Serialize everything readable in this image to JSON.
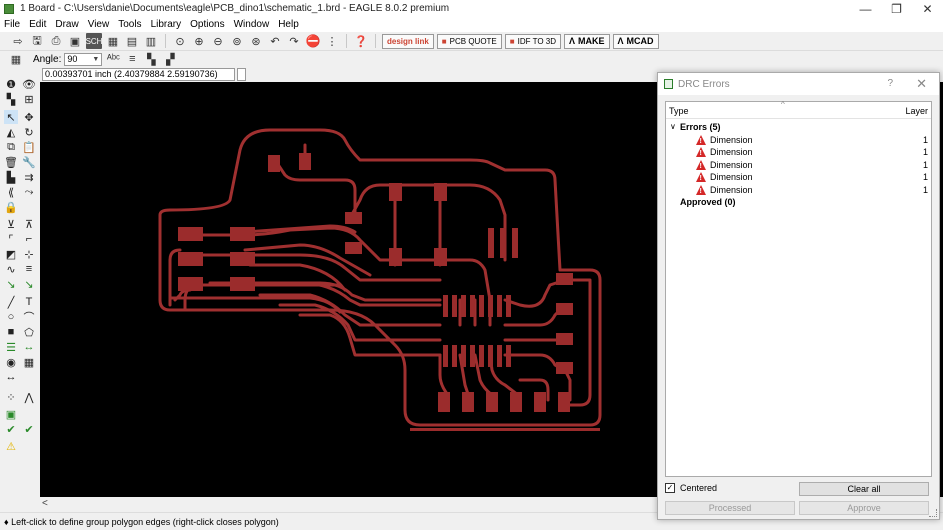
{
  "window": {
    "title": "1 Board - C:\\Users\\danie\\Documents\\eagle\\PCB_dino1\\schematic_1.brd - EAGLE 8.0.2 premium",
    "minimize": "—",
    "restore": "❐",
    "close": "✕"
  },
  "menu": [
    "File",
    "Edit",
    "Draw",
    "View",
    "Tools",
    "Library",
    "Options",
    "Window",
    "Help"
  ],
  "toolbar": {
    "designlink": "design link",
    "pcbquote": "PCB QUOTE",
    "idf": "IDF TO 3D",
    "make": "MAKE",
    "mcad": "MCAD"
  },
  "param_bar": {
    "angle_label": "Angle:",
    "angle_value": "90"
  },
  "coordinates": "0.00393701 inch (2.40379884 2.59190736)",
  "status": "Left-click to define group polygon edges (right-click closes polygon)",
  "colors": {
    "canvas": "#000000",
    "copper": "#9b2c2c",
    "outline": "#a03030"
  },
  "drc": {
    "title": "DRC Errors",
    "help": "?",
    "close": "✕",
    "col_type": "Type",
    "col_layer": "Layer",
    "errors_label": "Errors (5)",
    "errors": [
      {
        "name": "Dimension",
        "layer": "1"
      },
      {
        "name": "Dimension",
        "layer": "1"
      },
      {
        "name": "Dimension",
        "layer": "1"
      },
      {
        "name": "Dimension",
        "layer": "1"
      },
      {
        "name": "Dimension",
        "layer": "1"
      }
    ],
    "approved_label": "Approved (0)",
    "centered_label": "Centered",
    "centered_checked": true,
    "clear_all": "Clear all",
    "processed": "Processed",
    "approve": "Approve"
  }
}
